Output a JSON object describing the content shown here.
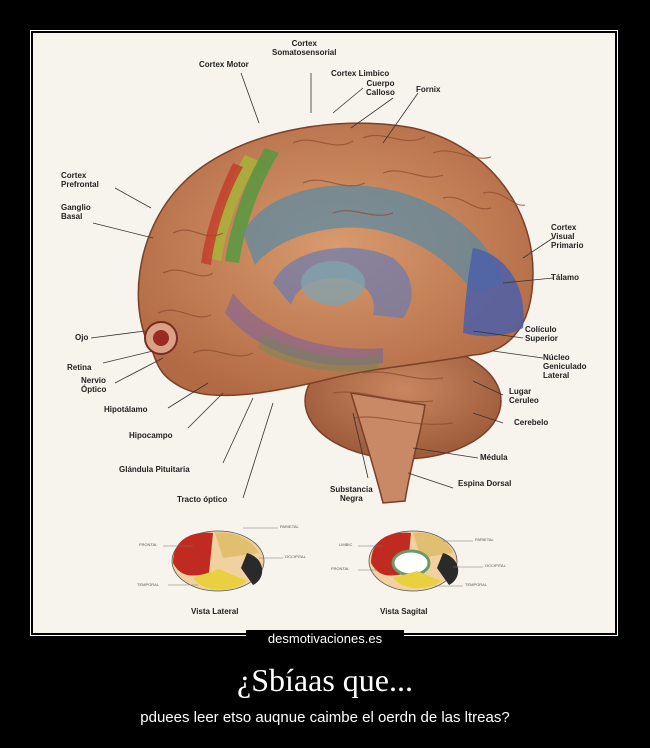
{
  "labels": [
    {
      "id": "label-corteza-motora",
      "text": "Cortex Motor"
    },
    {
      "id": "label-corteza-somatosensorial",
      "text": "Cortex\nSomatosensorial"
    },
    {
      "id": "label-corteza-limbica",
      "text": "Cortex Limbico"
    },
    {
      "id": "label-cuerpo-calloso",
      "text": "Cuerpo\nCalloso"
    },
    {
      "id": "label-fornix",
      "text": "Fornix"
    },
    {
      "id": "label-corteza-prefrontal",
      "text": "Cortex\nPrefrontal"
    },
    {
      "id": "label-ganglio-basal",
      "text": "Ganglio\nBasal"
    },
    {
      "id": "label-corteza-visual",
      "text": "Cortex\nVisual\nPrimario"
    },
    {
      "id": "label-talamo",
      "text": "Tálamo"
    },
    {
      "id": "label-ojo",
      "text": "Ojo"
    },
    {
      "id": "label-coliculo-superior",
      "text": "Colículo\nSuperior"
    },
    {
      "id": "label-nucleo-geniculado",
      "text": "Núcleo\nGeniculado\nLateral"
    },
    {
      "id": "label-retina",
      "text": "Retina"
    },
    {
      "id": "label-nervio-optico",
      "text": "Nervio\nÓptico"
    },
    {
      "id": "label-lugar-ceruleo",
      "text": "Lugar\nCeruleo"
    },
    {
      "id": "label-hipotalamo",
      "text": "Hipotálamo"
    },
    {
      "id": "label-cerebelo",
      "text": "Cerebelo"
    },
    {
      "id": "label-hipocampo",
      "text": "Hipocampo"
    },
    {
      "id": "label-medula",
      "text": "Médula"
    },
    {
      "id": "label-glandula-pituitaria",
      "text": "Glándula Pituitaria"
    },
    {
      "id": "label-espina-dorsal",
      "text": "Espina Dorsal"
    },
    {
      "id": "label-substancia-negra",
      "text": "Substancia\nNegra"
    },
    {
      "id": "label-tracto-optico",
      "text": "Tracto óptico"
    }
  ],
  "lateral_view": {
    "caption": "Vista Lateral",
    "frontal": "FRONTAL",
    "parietal": "PARIETAL",
    "occipital": "OCCIPITAL",
    "temporal": "TEMPORAL"
  },
  "sagittal_view": {
    "caption": "Vista Sagital",
    "limbic": "LIMBIC",
    "frontal": "FRONTAL",
    "parietal": "PARIETAL",
    "occipital": "OCCIPITAL",
    "temporal": "TEMPORAL"
  },
  "watermark": "desmotivaciones.es",
  "title": "¿Sbíaas que...",
  "subtitle": "pduees leer etso auqnue caimbe el oerdn de las ltreas?"
}
